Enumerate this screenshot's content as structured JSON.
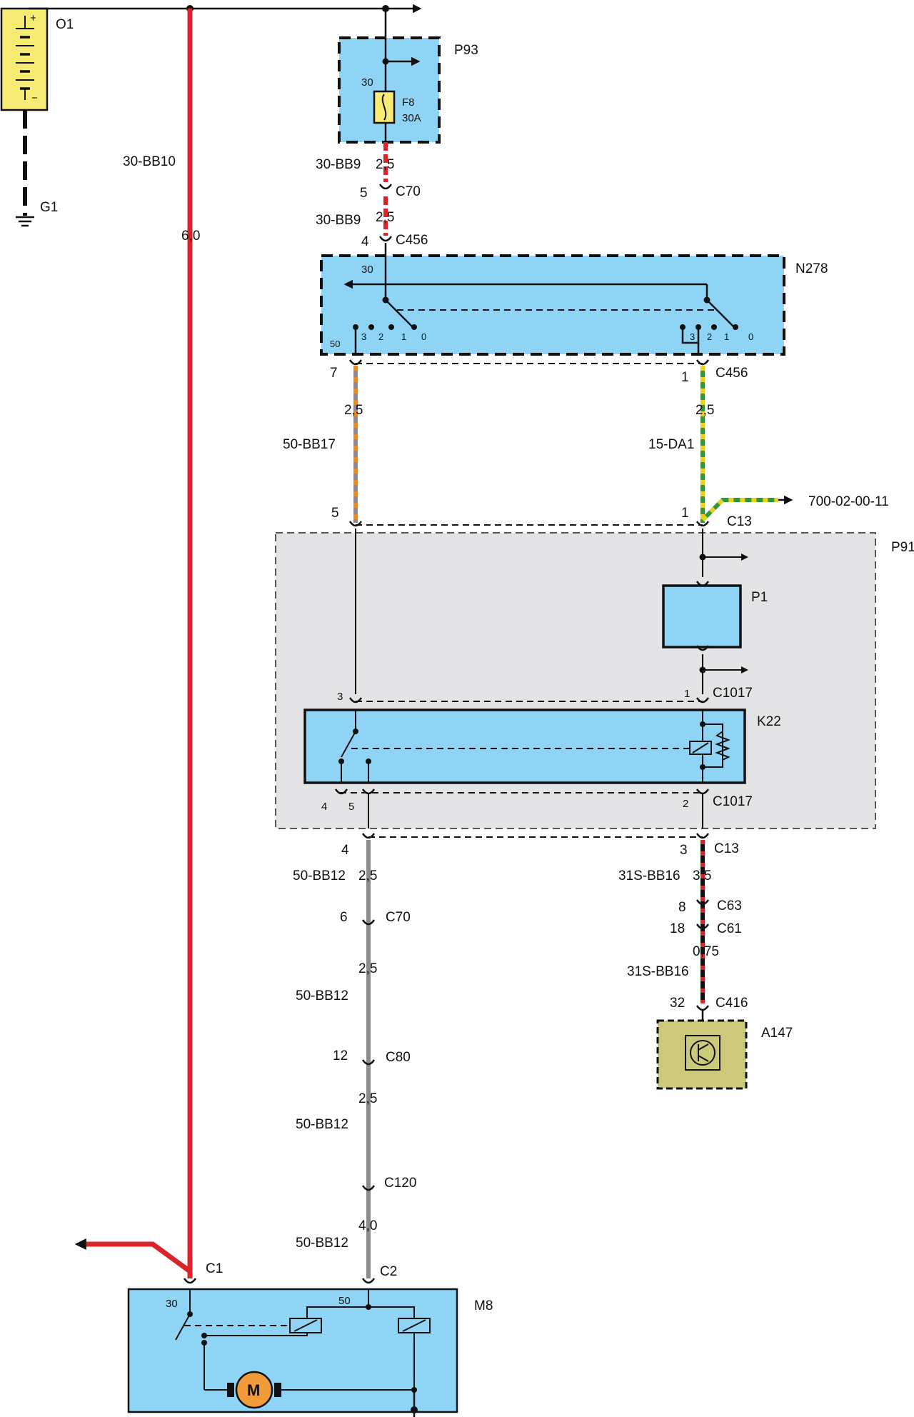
{
  "colors": {
    "wire_red": "#d9252a",
    "wire_black": "#111111",
    "wire_grey": "#8c8c8c",
    "wire_orange": "#e98a2a",
    "wire_green": "#2c9a3b",
    "wire_yellow": "#e9d21f",
    "module_blue": "#8fd4f4",
    "box_grey": "#e4e4e6",
    "battery_yellow": "#f7ec73",
    "sensor_olive": "#cdc97a",
    "motor_orange": "#f29b3a"
  },
  "components": {
    "o1": "O1",
    "g1": "G1",
    "p93": "P93",
    "fuse_id": "F8",
    "fuse_rating": "30A",
    "p93_pin": "30",
    "n278": "N278",
    "n278_pin30": "30",
    "n278_pin50": "50",
    "n278_left_pos": [
      "3",
      "2",
      "1",
      "0"
    ],
    "n278_right_pos": [
      "3",
      "2",
      "1",
      "0"
    ],
    "p91": "P91",
    "p1": "P1",
    "k22": "K22",
    "k22_pin4": "4",
    "k22_pin5": "5",
    "a147": "A147",
    "m8": "M8",
    "m8_pin30": "30",
    "m8_pin50": "50",
    "motor": "M"
  },
  "wires": {
    "bb10_code": "30-BB10",
    "bb10_size": "6,0",
    "bb9_code_1": "30-BB9",
    "bb9_size_1": "2,5",
    "bb9_code_2": "30-BB9",
    "bb9_size_2": "2,5",
    "bb17_code": "50-BB17",
    "bb17_size": "2,5",
    "da1_code": "15-DA1",
    "da1_size": "2,5",
    "bb12_code_1": "50-BB12",
    "bb12_size_1": "2,5",
    "bb12_size_2": "2,5",
    "bb12_code_2": "50-BB12",
    "bb12_size_3": "2,5",
    "bb12_code_3": "50-BB12",
    "bb12_size_4": "4,0",
    "bb12_code_4": "50-BB12",
    "bb16_code_1": "31S-BB16",
    "bb16_size_1": "3,5",
    "bb16_size_2": "0,75",
    "bb16_code_2": "31S-BB16",
    "ref": "700-02-00-11"
  },
  "connectors": {
    "c70_a": "C70",
    "c70_a_pin": "5",
    "c456_a": "C456",
    "c456_a_pin": "4",
    "c456_b": "C456",
    "c456_b_pin_l": "7",
    "c456_b_pin_r": "1",
    "c13_a": "C13",
    "c13_a_pin_l": "5",
    "c13_a_pin_r": "1",
    "c1017_a": "C1017",
    "c1017_a_pin_l": "3",
    "c1017_a_pin_r": "1",
    "c1017_b": "C1017",
    "c1017_b_pin_r": "2",
    "c13_b": "C13",
    "c13_b_pin_l": "4",
    "c13_b_pin_r": "3",
    "c70_b": "C70",
    "c70_b_pin": "6",
    "c80": "C80",
    "c80_pin": "12",
    "c120": "C120",
    "c2": "C2",
    "c1": "C1",
    "c63": "C63",
    "c63_pin": "8",
    "c61": "C61",
    "c61_pin": "18",
    "c416": "C416",
    "c416_pin": "32"
  }
}
